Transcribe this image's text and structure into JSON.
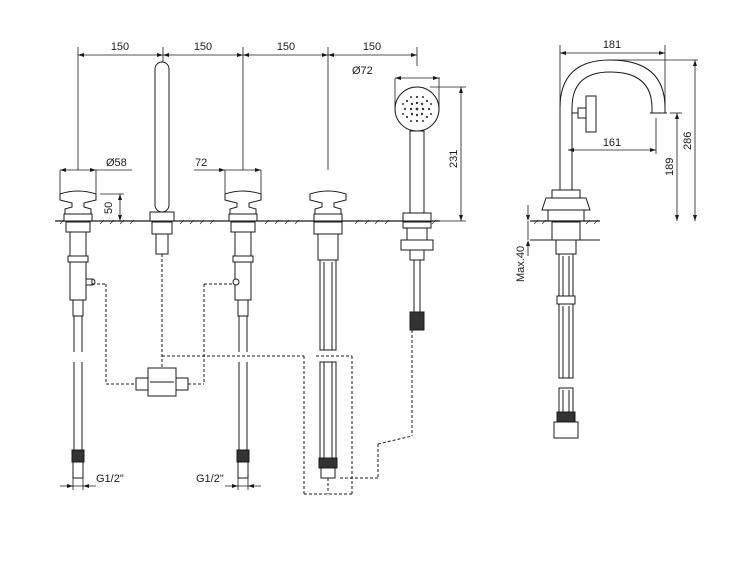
{
  "dimensions": {
    "spacing_1": "150",
    "spacing_2": "150",
    "spacing_3": "150",
    "spacing_4": "150",
    "handle_dia": "Ø58",
    "shower_dia": "Ø72",
    "handle_width": "72",
    "handle_height": "50",
    "shower_height": "231",
    "thread_left": "G1/2\"",
    "thread_right": "G1/2\"",
    "side_width": "181",
    "side_reach": "161",
    "side_spout_height": "189",
    "side_total_height": "286",
    "side_max_deck": "Max.40"
  }
}
